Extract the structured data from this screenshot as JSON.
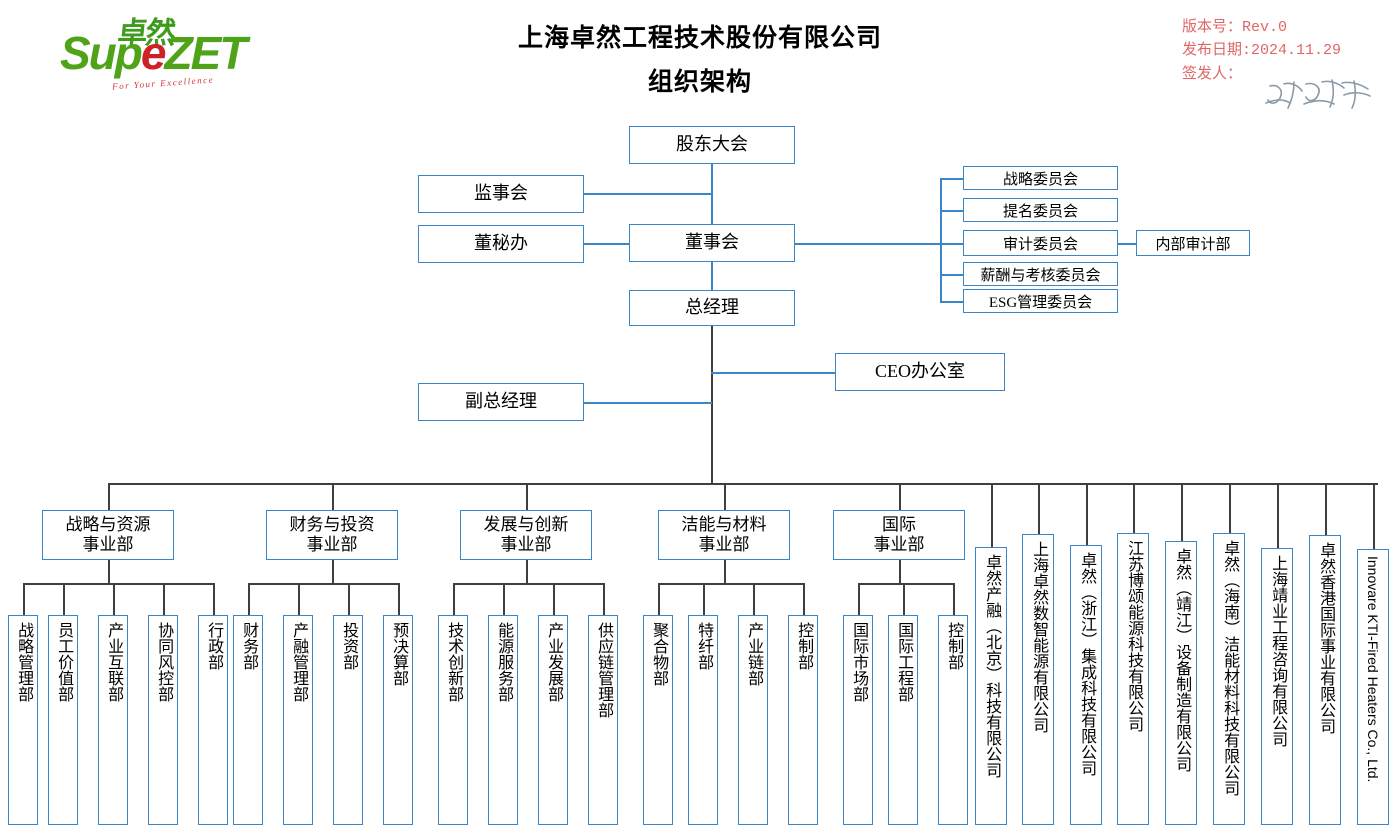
{
  "brand": {
    "logo_cn": "卓然",
    "logo_word_1": "Sup",
    "logo_word_2": "e",
    "logo_word_3": "ZET",
    "tagline": "For Your Excellence"
  },
  "header": {
    "title_line1": "上海卓然工程技术股份有限公司",
    "title_line2": "组织架构",
    "version_label": "版本号：Rev.0",
    "date_label": "发布日期:2024.11.29",
    "issuer_label": "签发人："
  },
  "top": {
    "shareholders": "股东大会",
    "supervisors": "监事会",
    "board_secretary": "董秘办",
    "board": "董事会",
    "general_manager": "总经理",
    "deputy_general_manager": "副总经理",
    "ceo_office": "CEO办公室"
  },
  "committees": [
    {
      "label": "战略委员会"
    },
    {
      "label": "提名委员会"
    },
    {
      "label": "审计委员会"
    },
    {
      "label": "薪酬与考核委员会"
    },
    {
      "label": "ESG管理委员会"
    }
  ],
  "audit_dept": "内部审计部",
  "divisions": [
    {
      "line1": "战略与资源",
      "line2": "事业部",
      "departments": [
        "战略管理部",
        "员工价值部",
        "产业互联部",
        "协同风控部",
        "行政部"
      ]
    },
    {
      "line1": "财务与投资",
      "line2": "事业部",
      "departments": [
        "财务部",
        "产融管理部",
        "投资部",
        "预决算部"
      ]
    },
    {
      "line1": "发展与创新",
      "line2": "事业部",
      "departments": [
        "技术创新部",
        "能源服务部",
        "产业发展部",
        "供应链管理部"
      ]
    },
    {
      "line1": "洁能与材料",
      "line2": "事业部",
      "departments": [
        "聚合物部",
        "特纤部",
        "产业链部",
        "控制部"
      ]
    },
    {
      "line1": "国际",
      "line2": "事业部",
      "departments": [
        "国际市场部",
        "国际工程部",
        "控制部"
      ]
    }
  ],
  "subsidiaries": [
    {
      "label": "卓然产融（北京）科技有限公司"
    },
    {
      "label": "上海卓然数智能源有限公司"
    },
    {
      "label": "卓然（浙江）集成科技有限公司"
    },
    {
      "label": "江苏博颂能源科技有限公司"
    },
    {
      "label": "卓然（靖江）设备制造有限公司"
    },
    {
      "label": "卓然（海南）洁能材料科技有限公司"
    },
    {
      "label": "上海靖业工程咨询有限公司"
    },
    {
      "label": "卓然香港国际事业有限公司"
    },
    {
      "label": "Innovare KTI-Fired Heaters Co., Ltd."
    }
  ],
  "colors": {
    "box_border": "#3a86c8",
    "connector_dark": "#3f3f3f",
    "meta_text": "#e06666",
    "logo_green": "#4fa318",
    "logo_red": "#cf2027"
  }
}
